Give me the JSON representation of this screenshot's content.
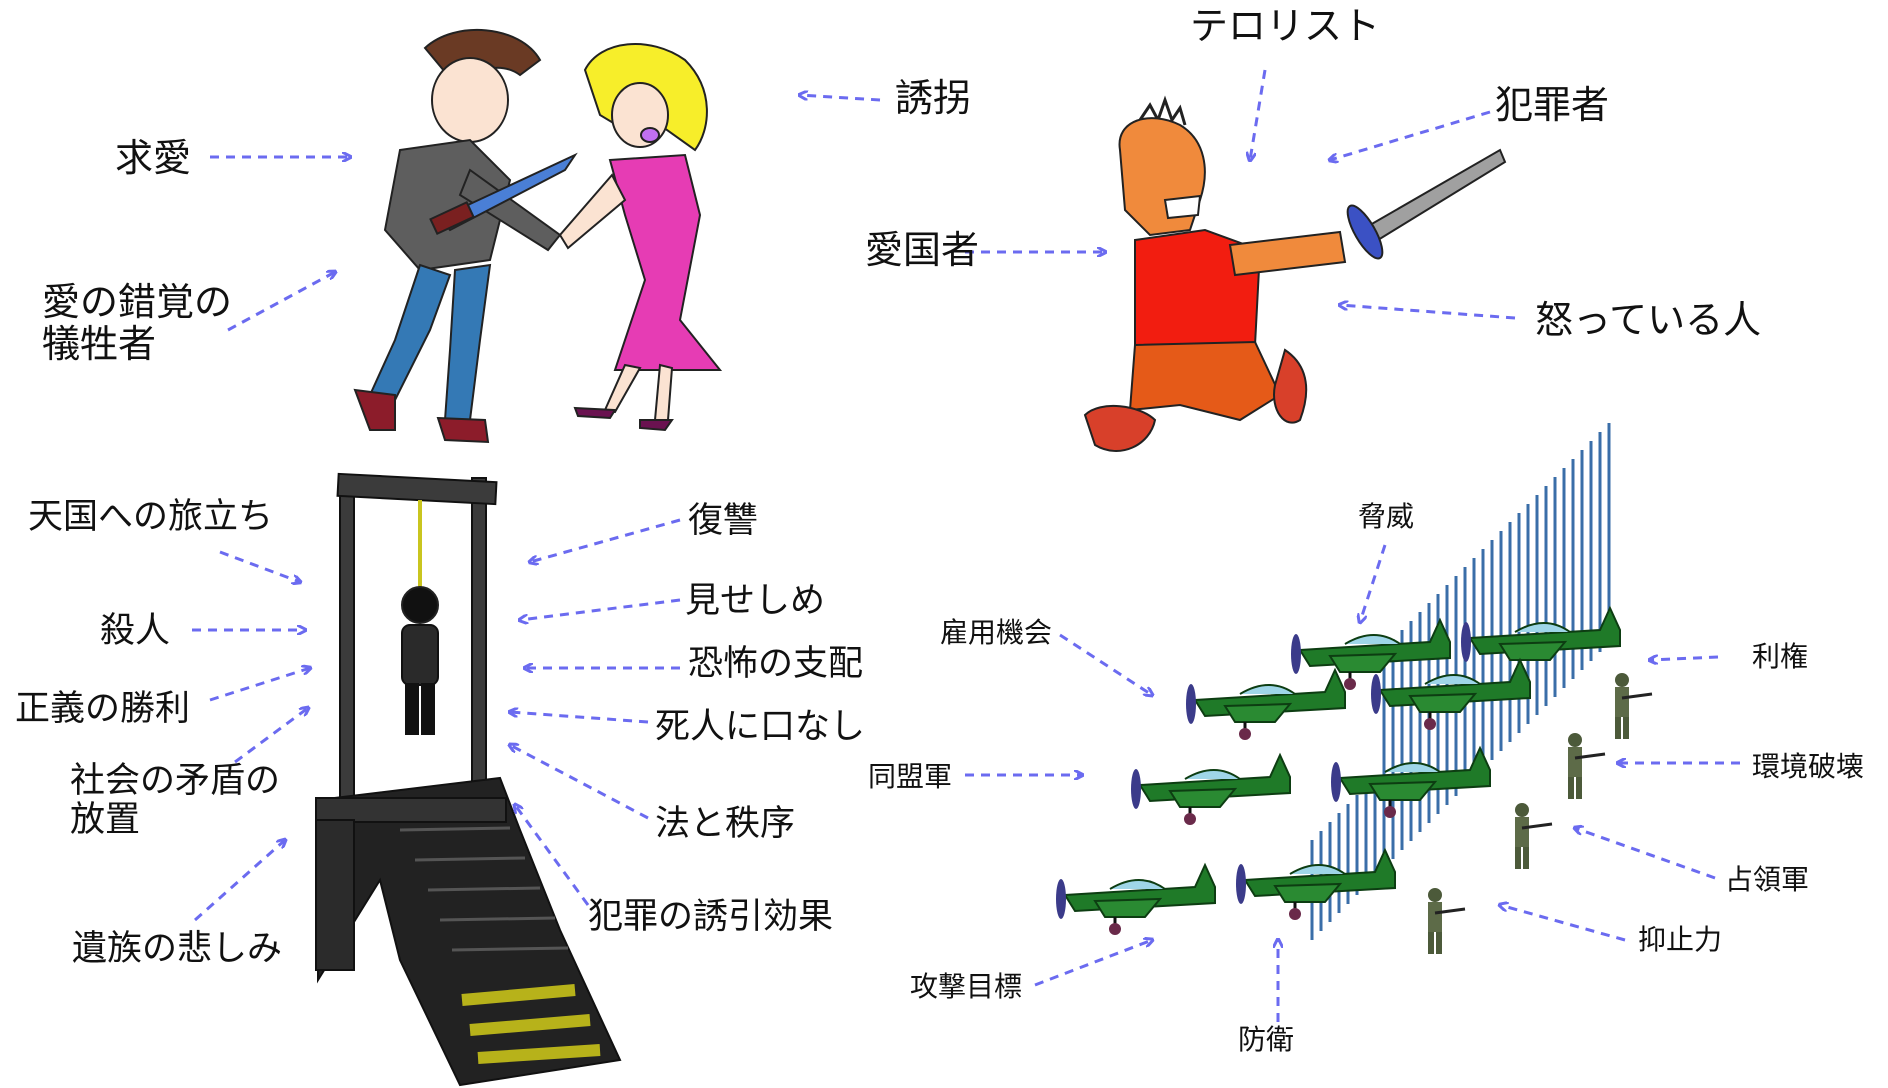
{
  "scene_love": {
    "labels": {
      "kyuai": "求愛",
      "sakkaku": "愛の錯覚の\n犠牲者",
      "yuukai": "誘拐"
    }
  },
  "scene_sword": {
    "labels": {
      "terrorist": "テロリスト",
      "hanzaisha": "犯罪者",
      "aikokusha": "愛国者",
      "okotteiru": "怒っている人"
    }
  },
  "scene_gallows": {
    "labels": {
      "tengoku": "天国への旅立ち",
      "satsujin": "殺人",
      "seigi": "正義の勝利",
      "mujun": "社会の矛盾の\n放置",
      "izoku": "遺族の悲しみ",
      "fukushuu": "復讐",
      "miseshime": "見せしめ",
      "kyoufu": "恐怖の支配",
      "shinin": "死人に口なし",
      "hou": "法と秩序",
      "yuuin": "犯罪の誘引効果"
    }
  },
  "scene_military": {
    "labels": {
      "kyoui": "脅威",
      "koyou": "雇用機会",
      "rikken": "利権",
      "doumei": "同盟軍",
      "kankyou": "環境破壊",
      "senryou": "占領軍",
      "yokushi": "抑止力",
      "kougeki": "攻撃目標",
      "bouei": "防衛"
    }
  },
  "colors": {
    "arrow": "#6b6bf0",
    "plane_body": "#1f7a28",
    "gallows_wood": "#3b3b3b",
    "stair_stripe": "#b7b21a",
    "rope": "#c9c51f",
    "dress": "#e63cb4",
    "shirt": "#f21d10",
    "skin": "#f08a3c",
    "jeans": "#3479b5"
  }
}
